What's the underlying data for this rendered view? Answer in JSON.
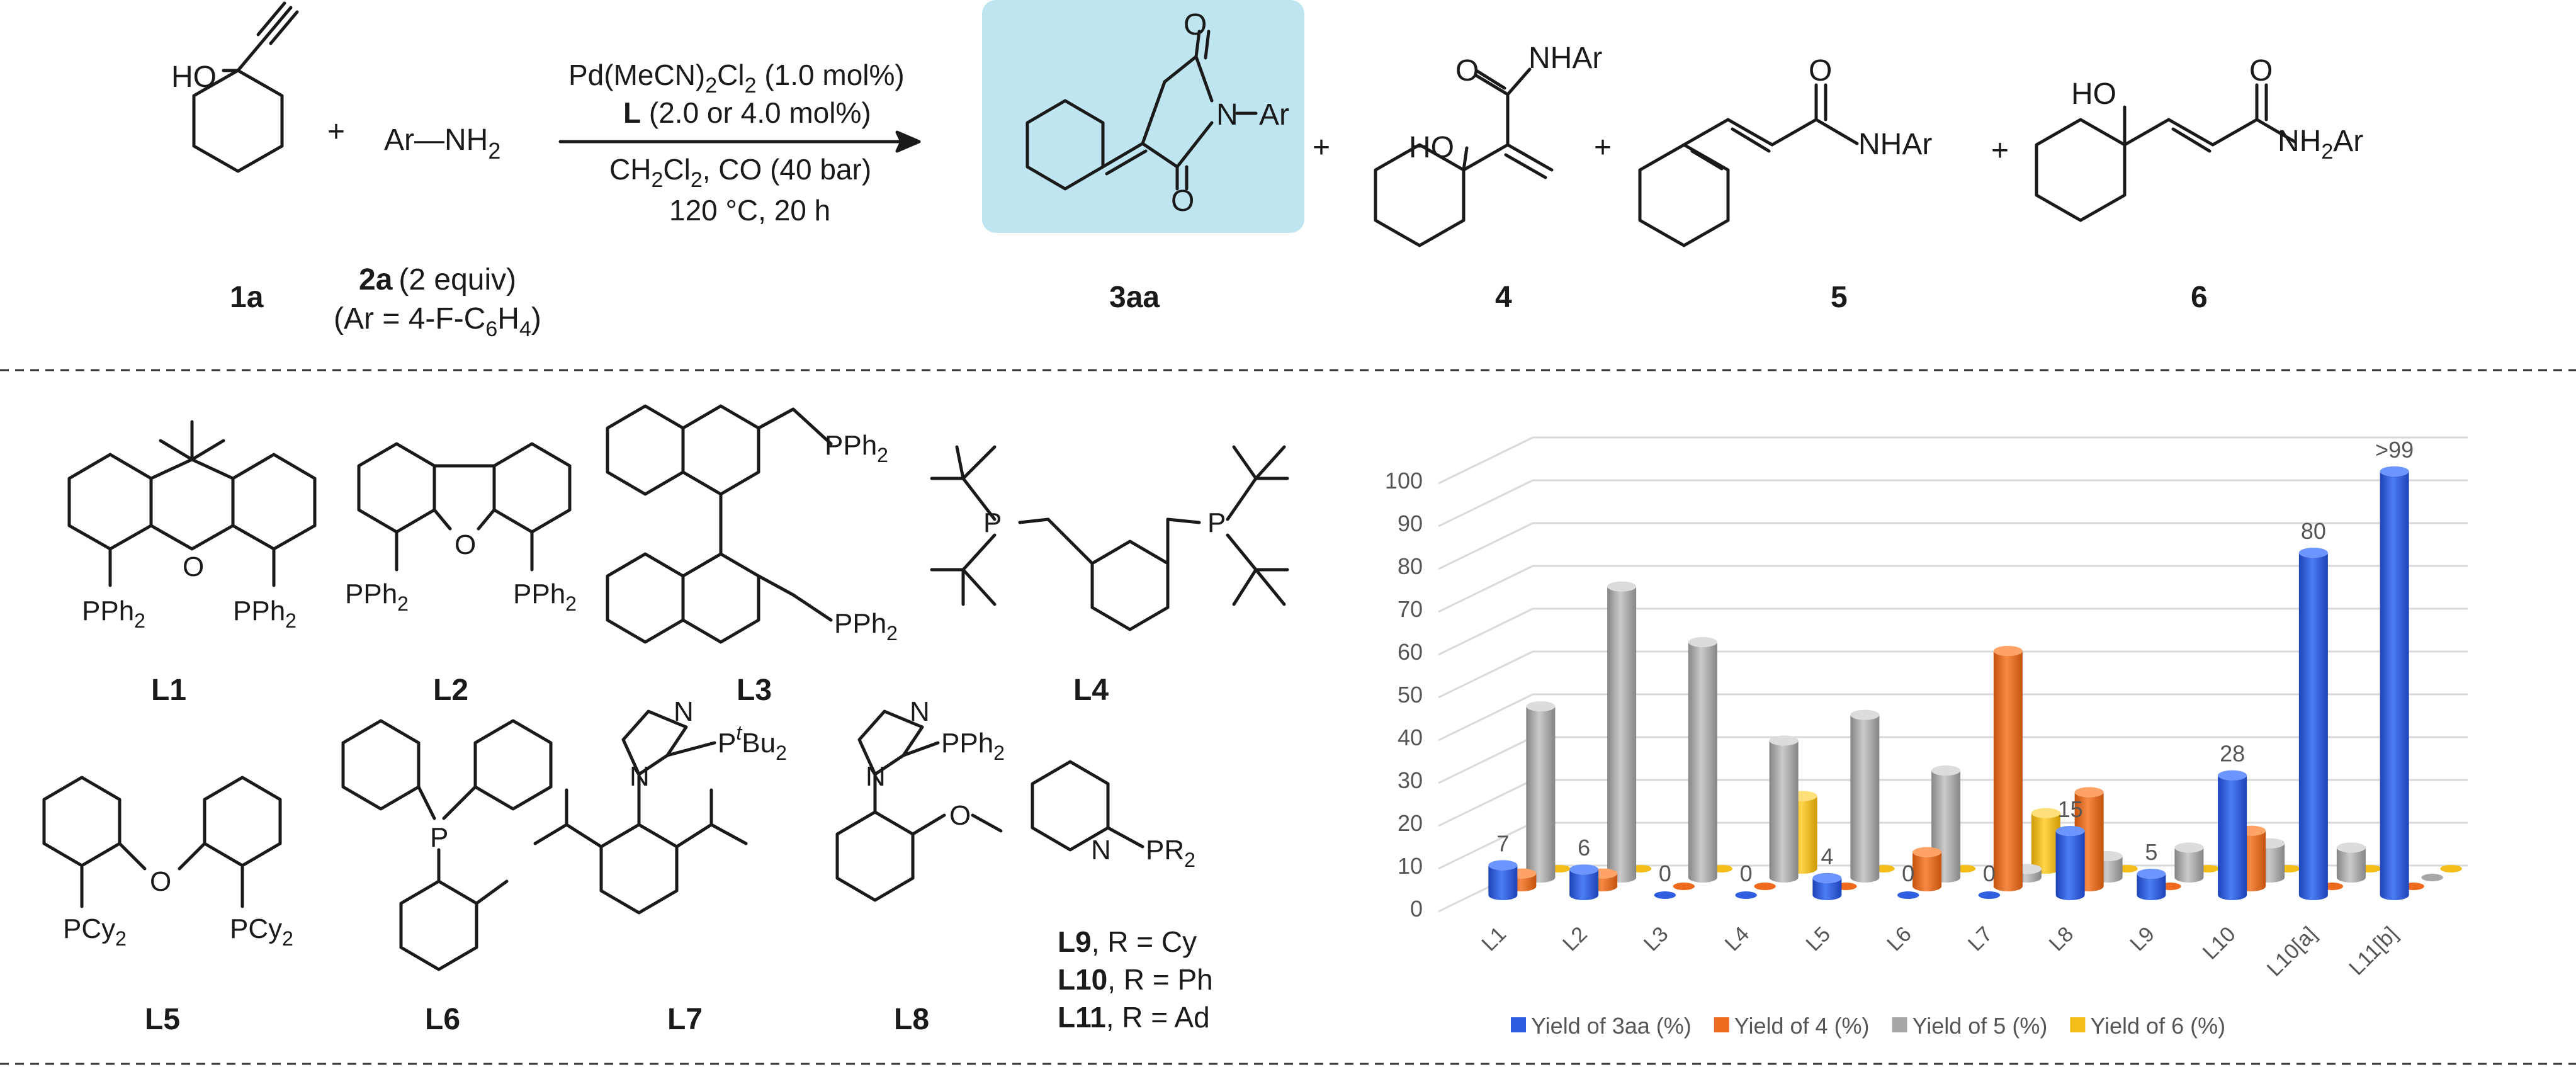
{
  "scheme": {
    "reactant1": {
      "label": "1a",
      "atom_labels": [
        "HO"
      ]
    },
    "plus": "+",
    "reactant2": {
      "formula": "Ar—NH",
      "formula_sub": "2",
      "label_bold": "2a",
      "label_rest": "(2 equiv)",
      "ar_def": "(Ar = 4-F-C",
      "ar_def_sub1": "6",
      "ar_def_mid": "H",
      "ar_def_sub2": "4",
      "ar_def_end": ")"
    },
    "conditions": {
      "line1": "Pd(MeCN)",
      "line1_sub": "2",
      "line1_b": "Cl",
      "line1_sub2": "2",
      "line1_c": " (1.0 mol%)",
      "line2_bold": "L",
      "line2_rest": " (2.0 or 4.0 mol%)",
      "line3": "CH",
      "line3_sub": "2",
      "line3_b": "Cl",
      "line3_sub2": "2",
      "line3_c": ", CO (40 bar)",
      "line4": "120 °C, 20 h"
    },
    "product": {
      "label": "3aa",
      "atoms": [
        "O",
        "N",
        "Ar",
        "O"
      ]
    },
    "side4": {
      "label": "4",
      "atoms": [
        "O",
        "NHAr",
        "HO"
      ]
    },
    "side5": {
      "label": "5",
      "atoms": [
        "O",
        "NHAr"
      ]
    },
    "side6": {
      "label": "6",
      "atoms": [
        "HO",
        "O",
        "NH",
        "2",
        "Ar"
      ]
    }
  },
  "ligands": {
    "L1": {
      "label": "L1",
      "groups": [
        "O",
        "PPh",
        "2",
        "PPh",
        "2"
      ]
    },
    "L2": {
      "label": "L2",
      "groups": [
        "O",
        "PPh",
        "2",
        "PPh",
        "2"
      ]
    },
    "L3": {
      "label": "L3",
      "groups": [
        "PPh",
        "2",
        "PPh",
        "2"
      ]
    },
    "L4": {
      "label": "L4",
      "groups": [
        "P",
        "P"
      ]
    },
    "L5": {
      "label": "L5",
      "groups": [
        "O",
        "PCy",
        "2",
        "PCy",
        "2"
      ]
    },
    "L6": {
      "label": "L6",
      "groups": [
        "P"
      ]
    },
    "L7": {
      "label": "L7",
      "groups": [
        "N",
        "N",
        "P",
        "t",
        "Bu",
        "2"
      ]
    },
    "L8": {
      "label": "L8",
      "groups": [
        "N",
        "N",
        "PPh",
        "2",
        "O"
      ]
    },
    "L9_11": {
      "groups": [
        "N",
        "PR",
        "2"
      ],
      "defs": [
        {
          "bold": "L9",
          "rest": ", R = Cy"
        },
        {
          "bold": "L10",
          "rest": ", R = Ph"
        },
        {
          "bold": "L11",
          "rest": ", R = Ad"
        }
      ]
    }
  },
  "chart_data": {
    "type": "bar",
    "subtype": "3d-clustered",
    "categories": [
      "L1",
      "L2",
      "L3",
      "L4",
      "L5",
      "L6",
      "L7",
      "L8",
      "L9",
      "L10",
      "L10[a]",
      "L11[b]"
    ],
    "series": [
      {
        "name": "Yield of 3aa (%)",
        "color": "#2f5fe0",
        "values": [
          7,
          6,
          0,
          0,
          4,
          0,
          0,
          15,
          5,
          28,
          80,
          99
        ],
        "data_labels": [
          "7",
          "6",
          "0",
          "0",
          "4",
          "0",
          "0",
          "15",
          "5",
          "28",
          "80",
          ">99"
        ]
      },
      {
        "name": "Yield of 4 (%)",
        "color": "#ed6a1e",
        "values": [
          3,
          3,
          0,
          0,
          0,
          8,
          55,
          22,
          0,
          13,
          0,
          0
        ]
      },
      {
        "name": "Yield of 5 (%)",
        "color": "#a7a7a7",
        "values": [
          40,
          68,
          55,
          32,
          38,
          25,
          2,
          5,
          7,
          8,
          7,
          0
        ]
      },
      {
        "name": "Yield of 6 (%)",
        "color": "#f4be1a",
        "values": [
          0,
          0,
          0,
          17,
          0,
          0,
          13,
          0,
          0,
          0,
          0,
          0
        ]
      }
    ],
    "ylim": [
      0,
      100
    ],
    "yticks": [
      0,
      10,
      20,
      30,
      40,
      50,
      60,
      70,
      80,
      90,
      100
    ],
    "grid": true,
    "legend_position": "bottom"
  }
}
